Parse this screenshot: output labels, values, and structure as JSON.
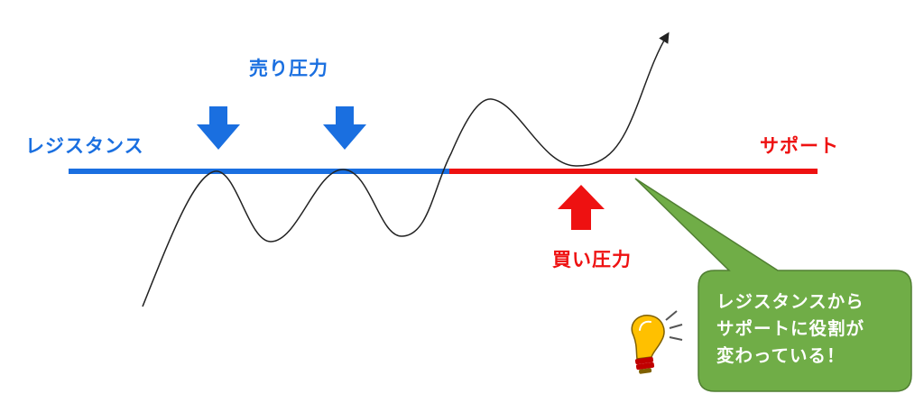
{
  "labels": {
    "resistance": "レジスタンス",
    "support": "サポート",
    "sell_pressure": "売り圧力",
    "buy_pressure": "買い圧力"
  },
  "callout": {
    "lines": [
      "レジスタンスから",
      "サポートに役割が",
      "変わっている！"
    ]
  },
  "colors": {
    "resistance": "#1a6fe0",
    "support": "#ee1111",
    "callout_fill": "#70ad47",
    "callout_stroke": "#507e32",
    "price_line": "#222222",
    "bulb": "#ffc000"
  },
  "icons": {
    "sell_arrows": "arrow-down-icon",
    "buy_arrow": "arrow-up-icon",
    "idea": "lightbulb-icon"
  }
}
